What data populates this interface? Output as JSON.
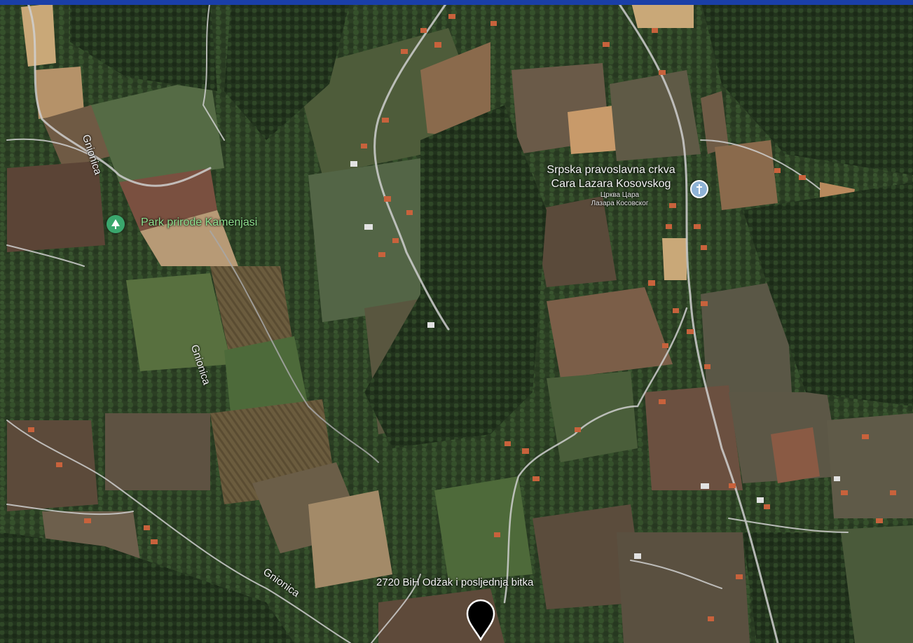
{
  "map": {
    "type": "satellite",
    "colors": {
      "forest": "#2e4226",
      "field": "#5a5a3a",
      "road": "#cfcfcf",
      "poi_green": "#3aa76d",
      "church_blue": "#8fb3d6"
    }
  },
  "roads": [
    {
      "name": "Gnionica"
    },
    {
      "name": "Gnionica"
    },
    {
      "name": "Gnionica"
    }
  ],
  "places": {
    "park": {
      "name": "Park prirode Kamenjasi",
      "icon": "tree-icon"
    },
    "church": {
      "name_line1": "Srpska pravoslavna crkva",
      "name_line2": "Cara Lazara Kosovskog",
      "cyr_line1": "Црква Цара",
      "cyr_line2": "Лазара Косовског",
      "icon": "cross-icon"
    },
    "pin": {
      "label": "2720 BiH Odžak i posljednja bitka",
      "icon": "location-pin-icon"
    }
  }
}
